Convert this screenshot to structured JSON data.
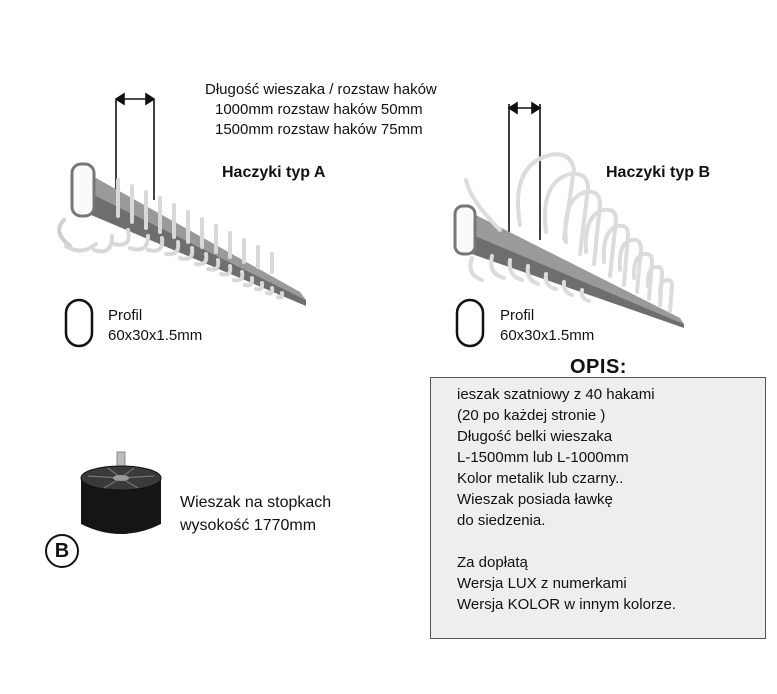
{
  "spec": {
    "line1": "Długość wieszaka / rozstaw haków",
    "line2": "1000mm   rozstaw haków 50mm",
    "line3": "1500mm   rozstaw haków 75mm"
  },
  "rack_a": {
    "title": "Haczyki typ A",
    "profile_label": "Profil",
    "profile_size": "60x30x1.5mm"
  },
  "rack_b": {
    "title": "Haczyki typ B",
    "profile_label": "Profil",
    "profile_size": "60x30x1.5mm"
  },
  "opis": {
    "title": "OPIS:",
    "lines": [
      "ieszak szatniowy z 40 hakami",
      "(20 po każdej stronie )",
      "Długość belki wieszaka",
      "L-1500mm lub L-1000mm",
      "Kolor metalik lub czarny..",
      "Wieszak posiada ławkę",
      "do siedzenia.",
      "",
      "Za dopłatą",
      "Wersja LUX z numerkami",
      "Wersja KOLOR  w innym kolorze."
    ]
  },
  "feet": {
    "line1": "Wieszak na stopkach",
    "line2": "wysokość 1770mm",
    "badge": "B"
  },
  "colors": {
    "beam": "#8f8f8f",
    "hook": "#e9e9e9",
    "box_bg": "#eeeeee"
  }
}
